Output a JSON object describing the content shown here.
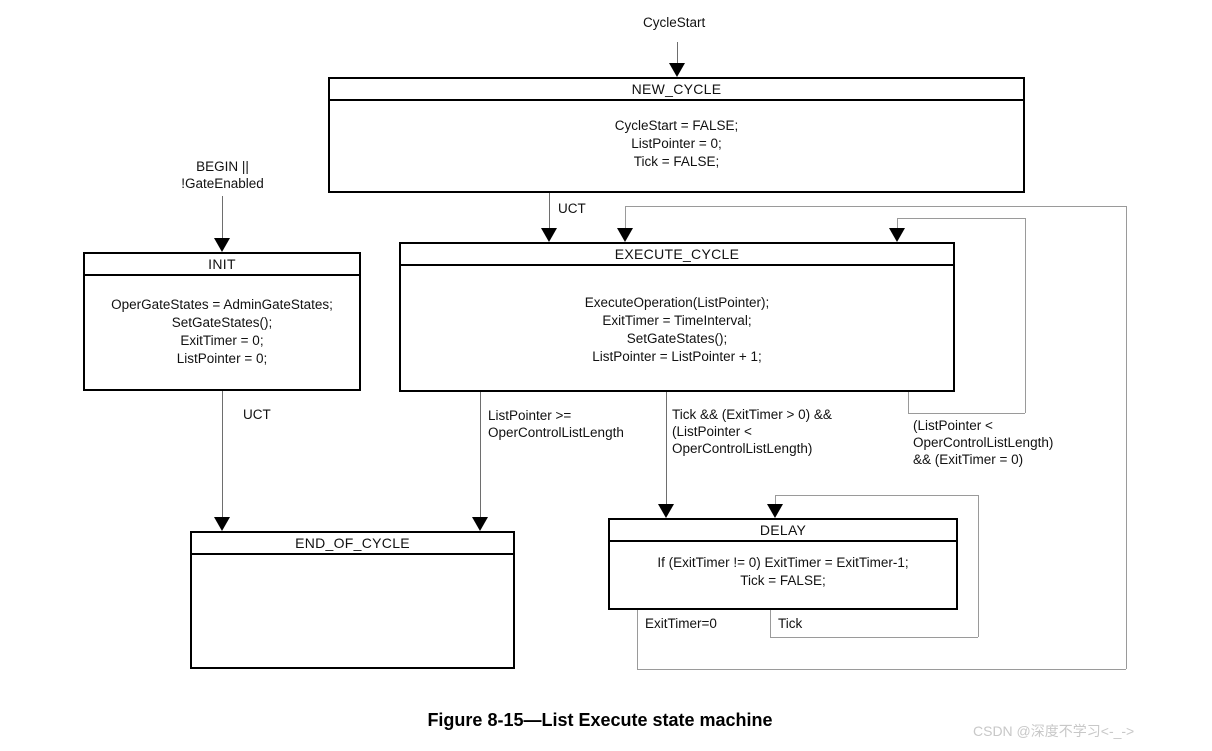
{
  "figure": {
    "caption": "Figure 8-15—List Execute state machine",
    "watermark": "CSDN @深度不学习<-_->"
  },
  "states": {
    "new_cycle": {
      "title": "NEW_CYCLE",
      "lines": [
        "CycleStart = FALSE;",
        "ListPointer = 0;",
        "Tick = FALSE;"
      ]
    },
    "init": {
      "title": "INIT",
      "lines": [
        "OperGateStates = AdminGateStates;",
        "SetGateStates();",
        "ExitTimer = 0;",
        "ListPointer = 0;"
      ]
    },
    "execute_cycle": {
      "title": "EXECUTE_CYCLE",
      "lines": [
        "ExecuteOperation(ListPointer);",
        "ExitTimer = TimeInterval;",
        "SetGateStates();",
        "ListPointer = ListPointer + 1;"
      ]
    },
    "end_of_cycle": {
      "title": "END_OF_CYCLE",
      "lines": []
    },
    "delay": {
      "title": "DELAY",
      "lines": [
        "If (ExitTimer != 0) ExitTimer = ExitTimer-1;",
        "Tick = FALSE;"
      ]
    }
  },
  "transitions": {
    "cycle_start": "CycleStart",
    "begin": "BEGIN ||\n!GateEnabled",
    "uct_new_to_execute": "UCT",
    "uct_init_to_end": "UCT",
    "execute_to_end": "ListPointer >=\nOperControlListLength",
    "execute_to_delay": "Tick && (ExitTimer > 0) &&\n(ListPointer <\nOperControlListLength)",
    "execute_self_loop": "(ListPointer <\nOperControlListLength)\n&& (ExitTimer = 0)",
    "delay_exit_timer": "ExitTimer=0",
    "delay_tick": "Tick"
  },
  "colors": {
    "box_border": "#000000",
    "connector": "#6e6e6e",
    "loop_connector": "#9a9a9a",
    "watermark": "#c8c8c8"
  }
}
